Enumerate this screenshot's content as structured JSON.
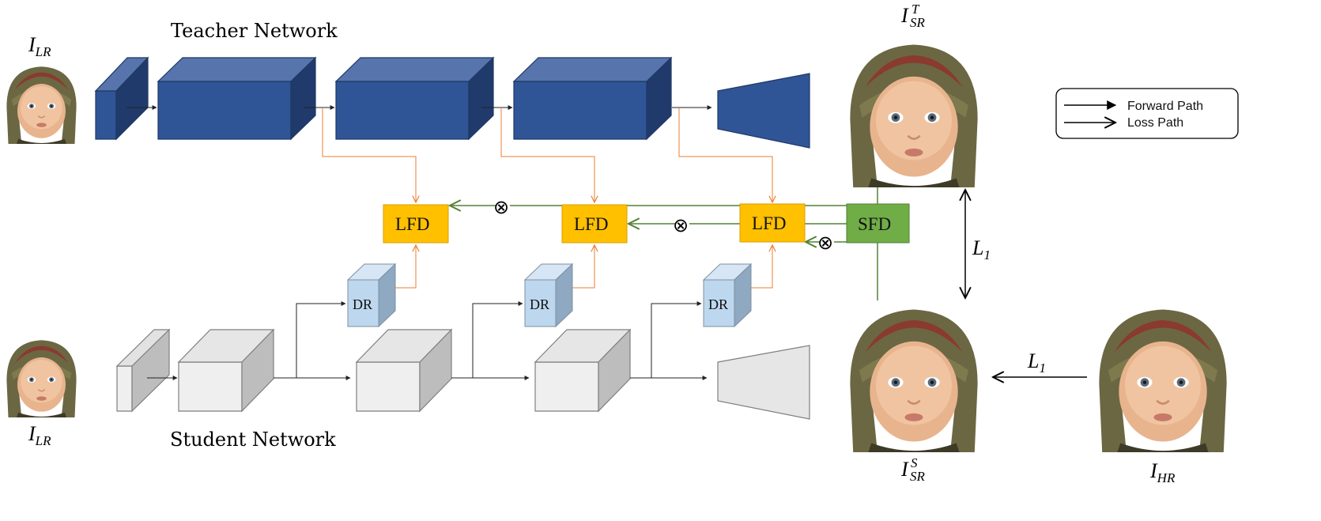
{
  "titles": {
    "teacher": "Teacher Network",
    "student": "Student Network"
  },
  "math": {
    "i_lr_base": "I",
    "i_lr_sub": "LR",
    "i_sr_base": "I",
    "i_sr_sub": "SR",
    "i_sr_t_sup": "T",
    "i_sr_s_sup": "S",
    "i_hr_base": "I",
    "i_hr_sub": "HR",
    "l1_base": "L",
    "l1_sub": "1"
  },
  "blocks": {
    "lfd": "LFD",
    "sfd": "SFD",
    "dr": "DR"
  },
  "ops": {
    "multiply": "⊗"
  },
  "legend": {
    "forward": "Forward Path",
    "loss": "Loss Path"
  },
  "colors": {
    "teacher_front": "#2F5597",
    "teacher_top": "#5874AD",
    "teacher_side": "#203B6B",
    "student_front": "#EFEFEF",
    "student_side": "#BDBDBD",
    "dr_front": "#BDD7EE",
    "dr_side": "#8EA9C1",
    "lfd_fill": "#FFC000",
    "sfd_fill": "#70AD47",
    "orange_line": "#ED7D31",
    "green_line": "#548235"
  }
}
